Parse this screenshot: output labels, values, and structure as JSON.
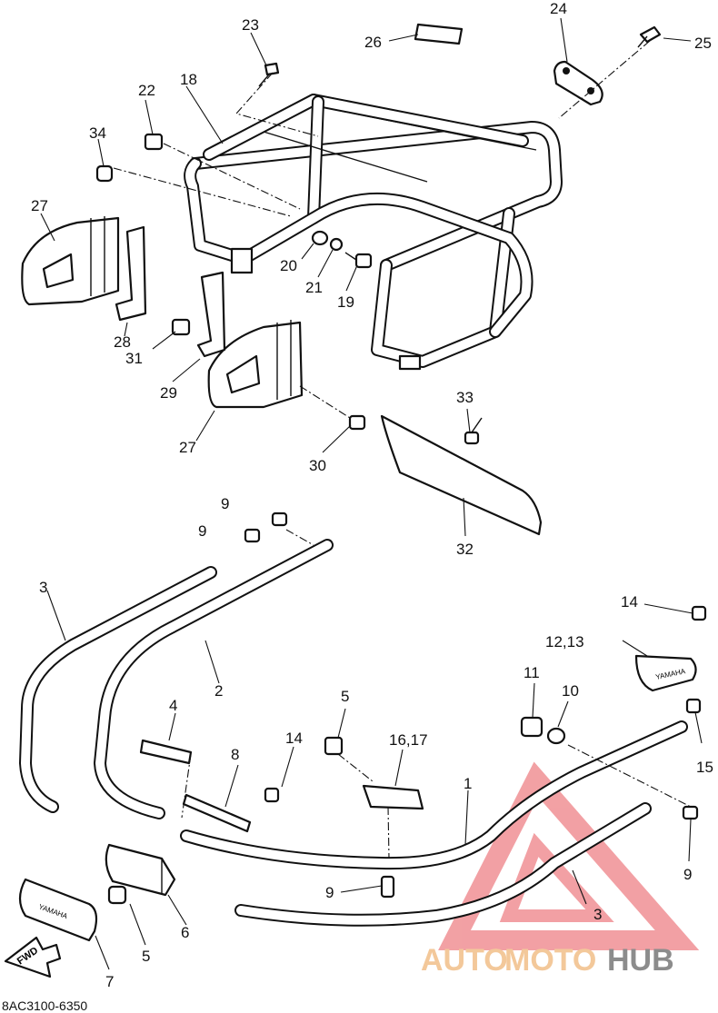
{
  "diagram": {
    "part_code": "8AC3100-6350",
    "callouts": {
      "c1": "1",
      "c2": "2",
      "c3a": "3",
      "c3b": "3",
      "c4": "4",
      "c5a": "5",
      "c5b": "5",
      "c6": "6",
      "c7": "7",
      "c8": "8",
      "c9a": "9",
      "c9b": "9",
      "c9c": "9",
      "c9d": "9",
      "c10": "10",
      "c11": "11",
      "c1213": "12,13",
      "c14a": "14",
      "c14b": "14",
      "c15": "15",
      "c1617": "16,17",
      "c18": "18",
      "c19": "19",
      "c20": "20",
      "c21": "21",
      "c22": "22",
      "c23": "23",
      "c24": "24",
      "c25": "25",
      "c26": "26",
      "c27a": "27",
      "c27b": "27",
      "c28": "28",
      "c29": "29",
      "c30": "30",
      "c31": "31",
      "c32": "32",
      "c33": "33",
      "c34": "34"
    },
    "part_text": {
      "fwd": "FWD",
      "cover": "YAMAHA",
      "handle": "YAMAHA"
    }
  },
  "watermark": {
    "auto": "AUTO",
    "moto": "MOTO",
    "hub": "HUB",
    "color_auto": "#f3c89a",
    "color_moto": "#f3c89a",
    "color_hub": "#8c8c8c",
    "triangle_color": "#e8545a"
  }
}
